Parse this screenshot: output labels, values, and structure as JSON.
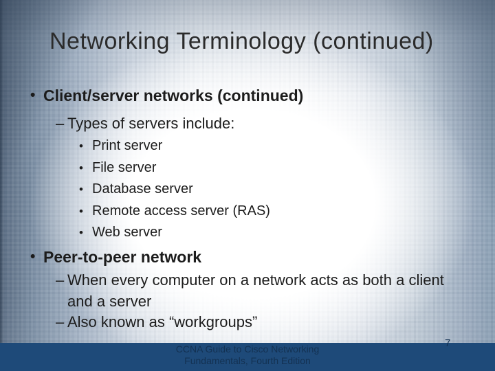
{
  "slide": {
    "title": "Networking Terminology (continued)",
    "markers": {
      "level1_bullet": "•",
      "level2_dash": "–",
      "level3_bullet": "•"
    },
    "content": {
      "sections": [
        {
          "label": "Client/server networks (continued)",
          "sub": {
            "label": "Types of servers include:",
            "items": [
              "Print server",
              "File server",
              "Database server",
              "Remote access server (RAS)",
              "Web server"
            ]
          }
        },
        {
          "label": "Peer-to-peer network",
          "subs": [
            {
              "label": "When every computer on a network acts as both a client and a server"
            },
            {
              "label": "Also known as “workgroups”"
            }
          ]
        }
      ]
    },
    "footer": {
      "course_line1": "CCNA Guide to Cisco Networking",
      "course_line2": "Fundamentals, Fourth Edition",
      "page_number": "7"
    },
    "colors": {
      "title_text": "#2b2b2b",
      "body_text": "#1c1c1c",
      "footer_band": "#1e4a79",
      "footer_text": "#133152",
      "background_edge": "#56687e"
    }
  }
}
